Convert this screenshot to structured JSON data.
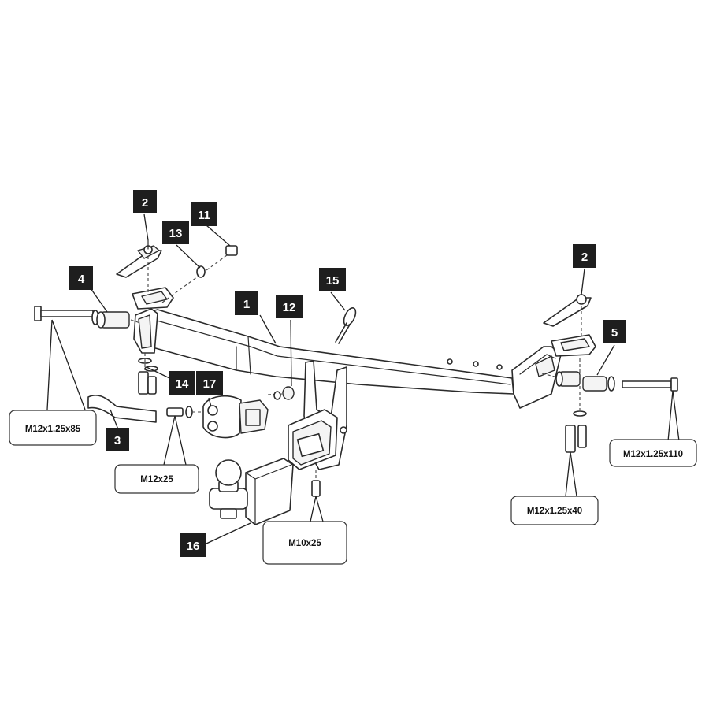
{
  "callouts": {
    "c1": "1",
    "c2_left": "2",
    "c2_right": "2",
    "c3": "3",
    "c4": "4",
    "c5": "5",
    "c11": "11",
    "c12": "12",
    "c13": "13",
    "c14": "14",
    "c15": "15",
    "c16": "16",
    "c17": "17"
  },
  "specs": {
    "bolt_left_long": "M12x1.25x85",
    "bolt_small_mid": "M12x25",
    "bolt_right_long": "M12x1.25x110",
    "bolt_right_vertical": "M12x1.25x40",
    "bolt_receiver": "M10x25"
  }
}
